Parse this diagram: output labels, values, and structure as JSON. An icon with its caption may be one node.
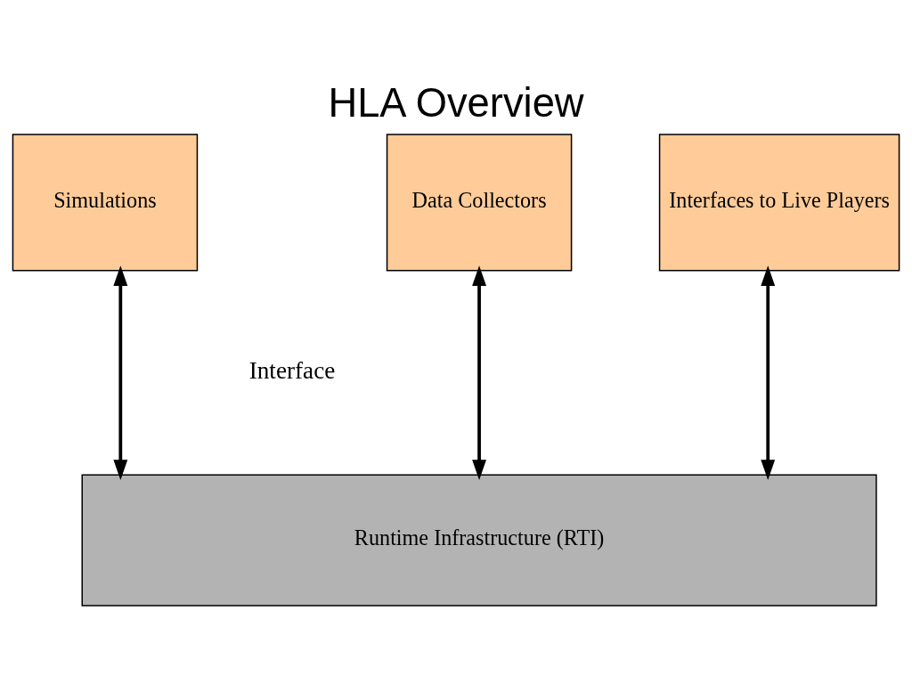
{
  "diagram": {
    "title": "HLA Overview",
    "nodes": [
      {
        "text": [
          "Simulations"
        ]
      },
      {
        "text": [
          "Data Collectors"
        ]
      },
      {
        "text": [
          "Interfaces to Live Players"
        ]
      },
      {
        "text": [
          "Runtime Infrastructure (RTI)"
        ]
      }
    ],
    "edges": [
      {
        "from": 0,
        "to": 3,
        "arrow": "both"
      },
      {
        "from": 1,
        "to": 3,
        "arrow": "both"
      },
      {
        "from": 2,
        "to": 3,
        "arrow": "both"
      }
    ],
    "labels": [
      "Interface"
    ]
  }
}
